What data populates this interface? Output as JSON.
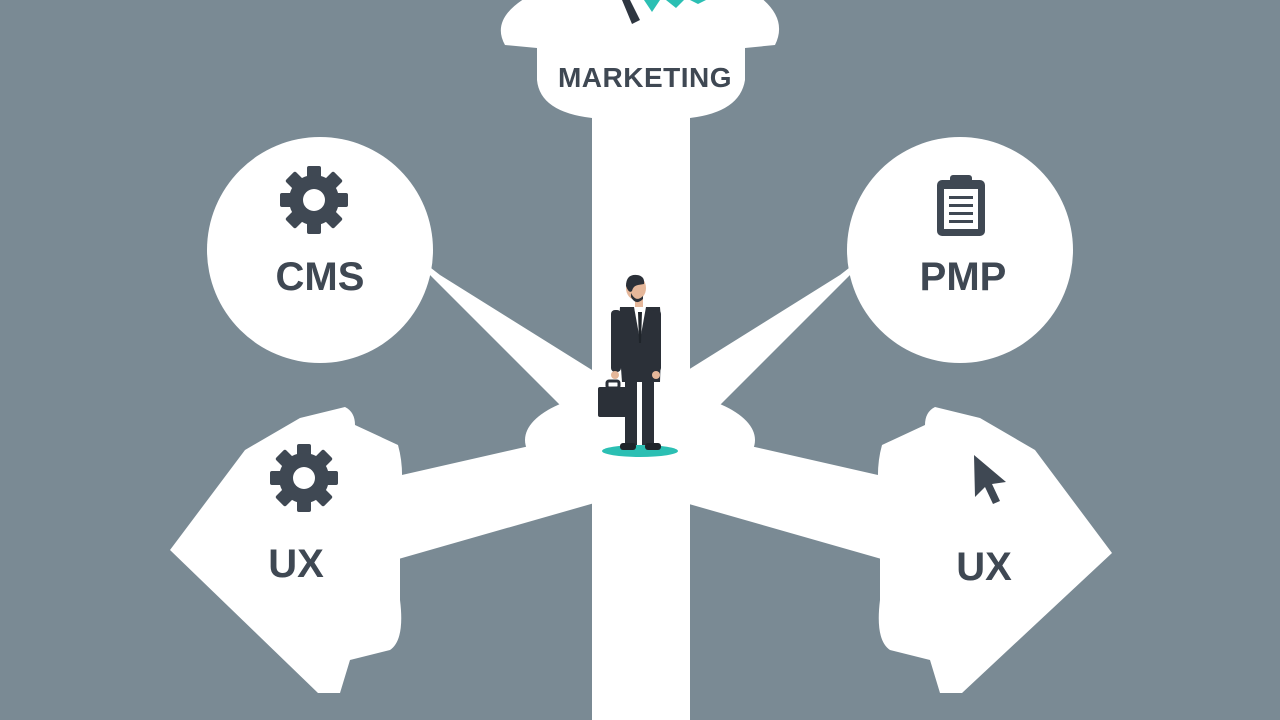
{
  "colors": {
    "background": "#7a8a94",
    "signboard": "#ffffff",
    "text": "#3f4853",
    "accent": "#2bbfb3"
  },
  "signs": {
    "marketing": {
      "label": "MARKETING",
      "icon": "chart-icon"
    },
    "cms": {
      "label": "CMS",
      "icon": "gear-icon"
    },
    "pmp": {
      "label": "PMP",
      "icon": "clipboard-icon"
    },
    "ux_left": {
      "label": "UX",
      "icon": "gear-icon"
    },
    "ux_right": {
      "label": "UX",
      "icon": "cursor-icon"
    }
  },
  "figure": {
    "icon": "businessman-with-briefcase"
  }
}
